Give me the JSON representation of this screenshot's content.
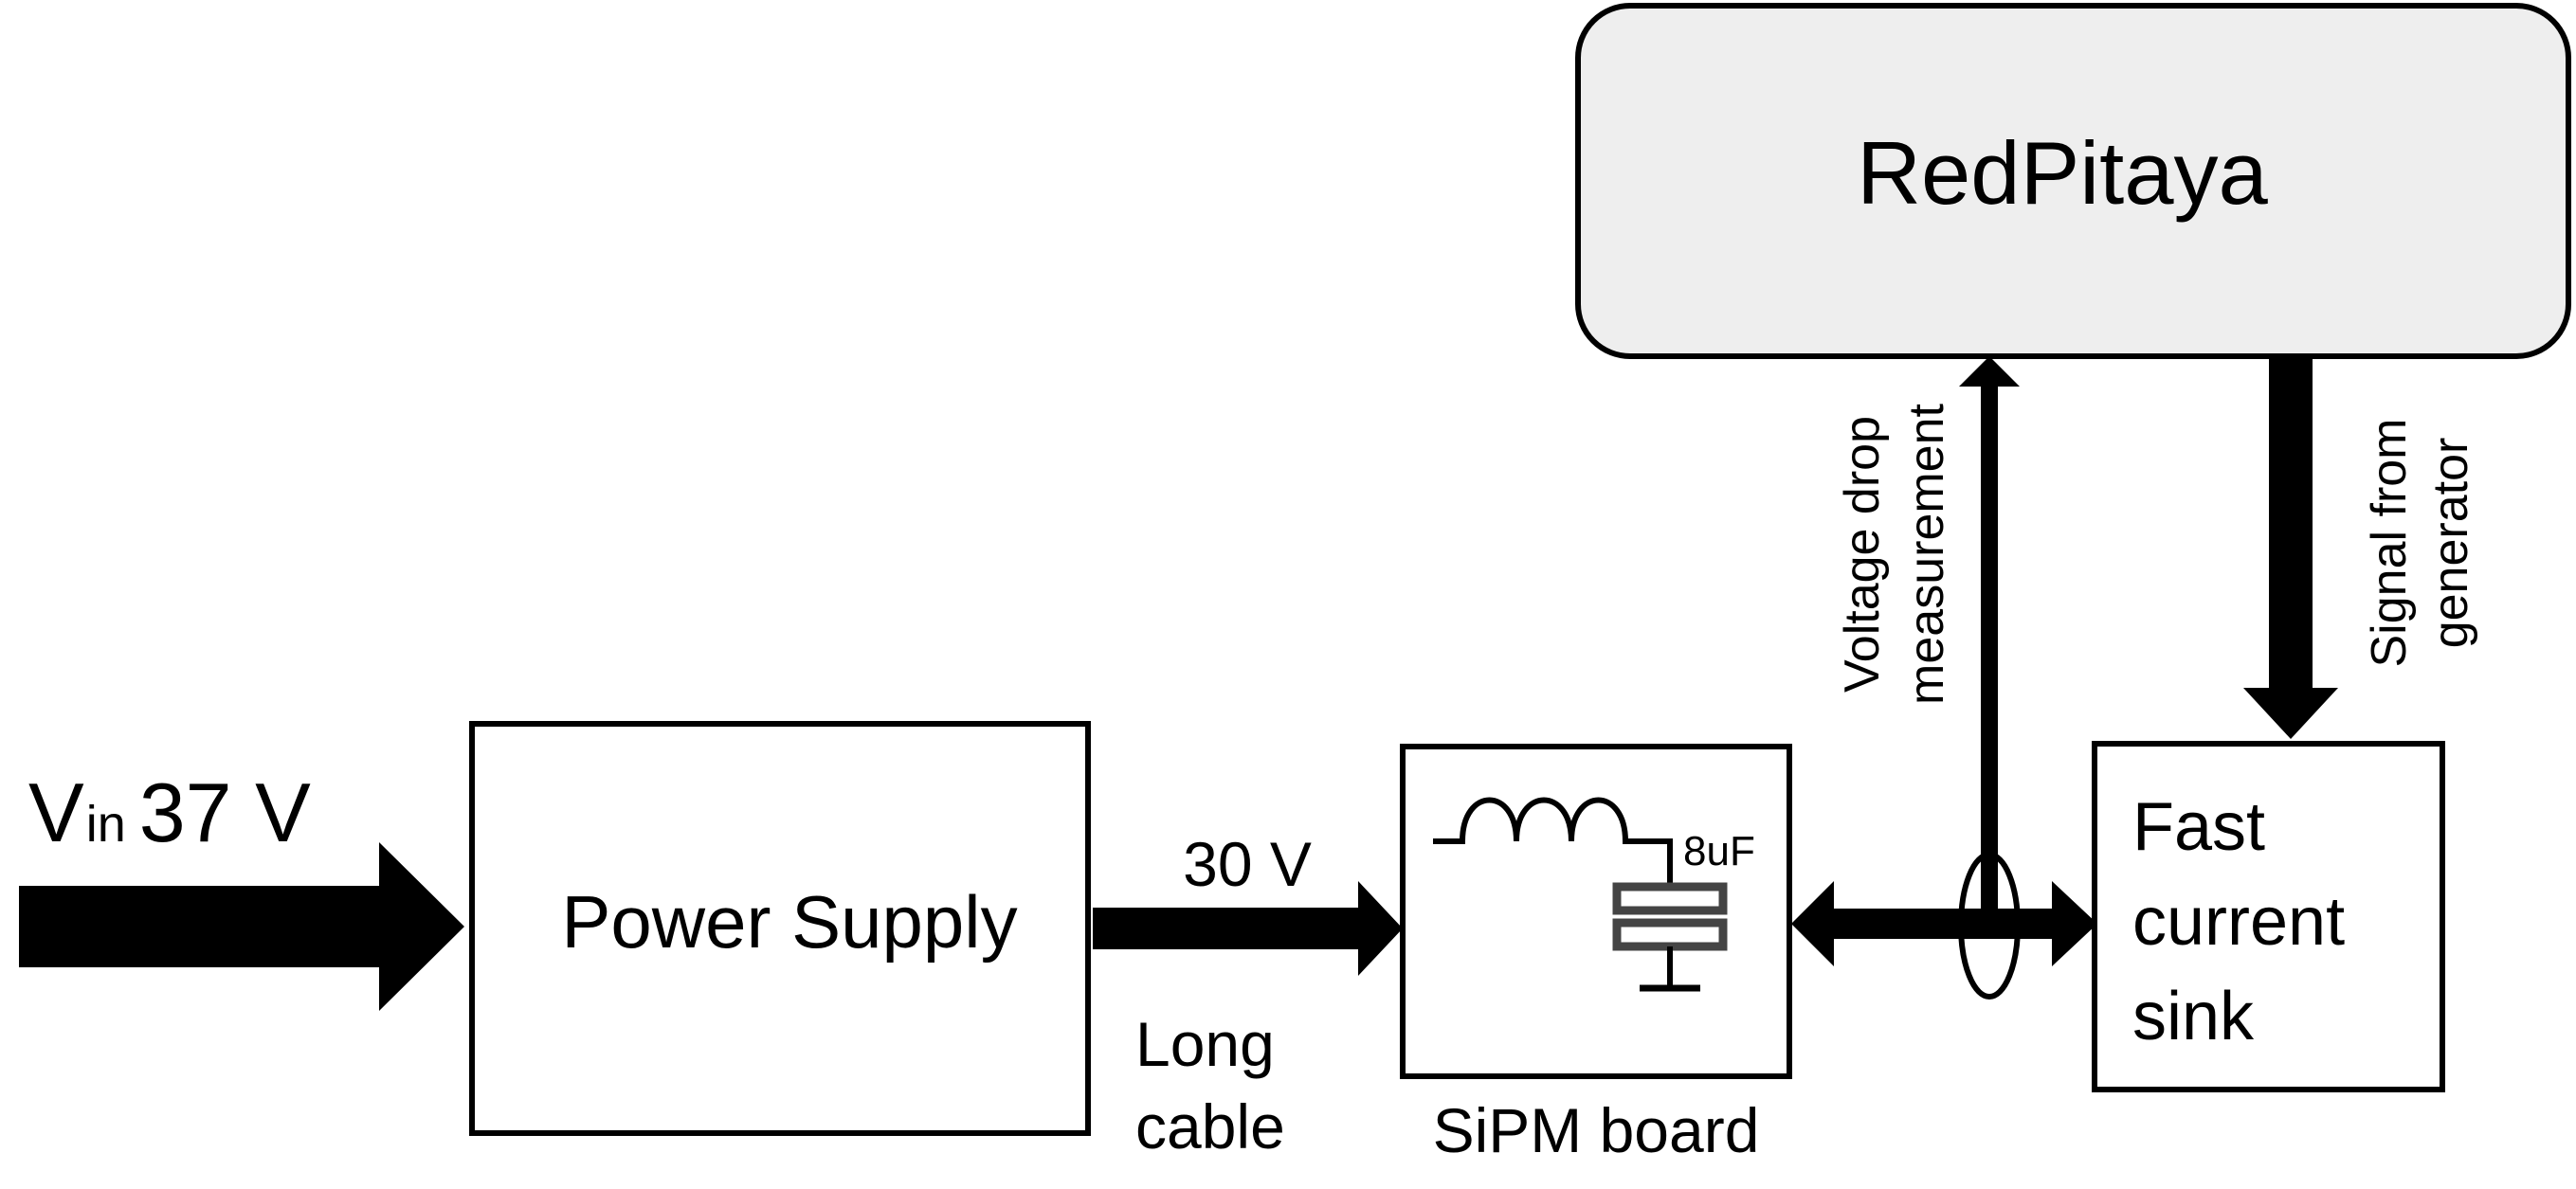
{
  "input": {
    "v": "V",
    "sub": "in",
    "value": "37 V"
  },
  "blocks": {
    "redpitaya": "RedPitaya",
    "power_supply": "Power Supply",
    "sipm_board": "SiPM board",
    "current_sink": [
      "Fast",
      "current",
      "sink"
    ]
  },
  "capacitor_value": "8uF",
  "labels": {
    "output_voltage": "30 V",
    "cable": [
      "Long",
      "cable"
    ],
    "voltage_drop": [
      "Voltage drop",
      "measurement"
    ],
    "signal_gen": [
      "Signal from",
      "generator"
    ]
  },
  "colors": {
    "redpitaya_fill": "#eeeeee",
    "ink": "#000000",
    "capacitor_gray": "#444444"
  }
}
